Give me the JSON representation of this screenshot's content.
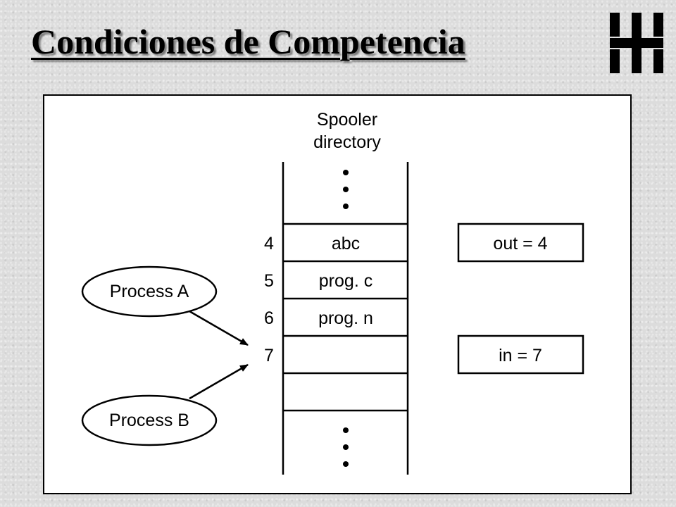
{
  "slide": {
    "title": "Condiciones de Competencia",
    "logo_icon": "utn-logo-icon"
  },
  "diagram": {
    "spooler_title_line1": "Spooler",
    "spooler_title_line2": "directory",
    "slots": [
      {
        "index": "4",
        "content": "abc"
      },
      {
        "index": "5",
        "content": "prog. c"
      },
      {
        "index": "6",
        "content": "prog. n"
      },
      {
        "index": "7",
        "content": ""
      }
    ],
    "out_label": "out = 4",
    "in_label": "in = 7",
    "process_a": "Process A",
    "process_b": "Process B"
  },
  "colors": {
    "background": "#dcdcdc",
    "logo": "#000000",
    "lines": "#000000"
  }
}
